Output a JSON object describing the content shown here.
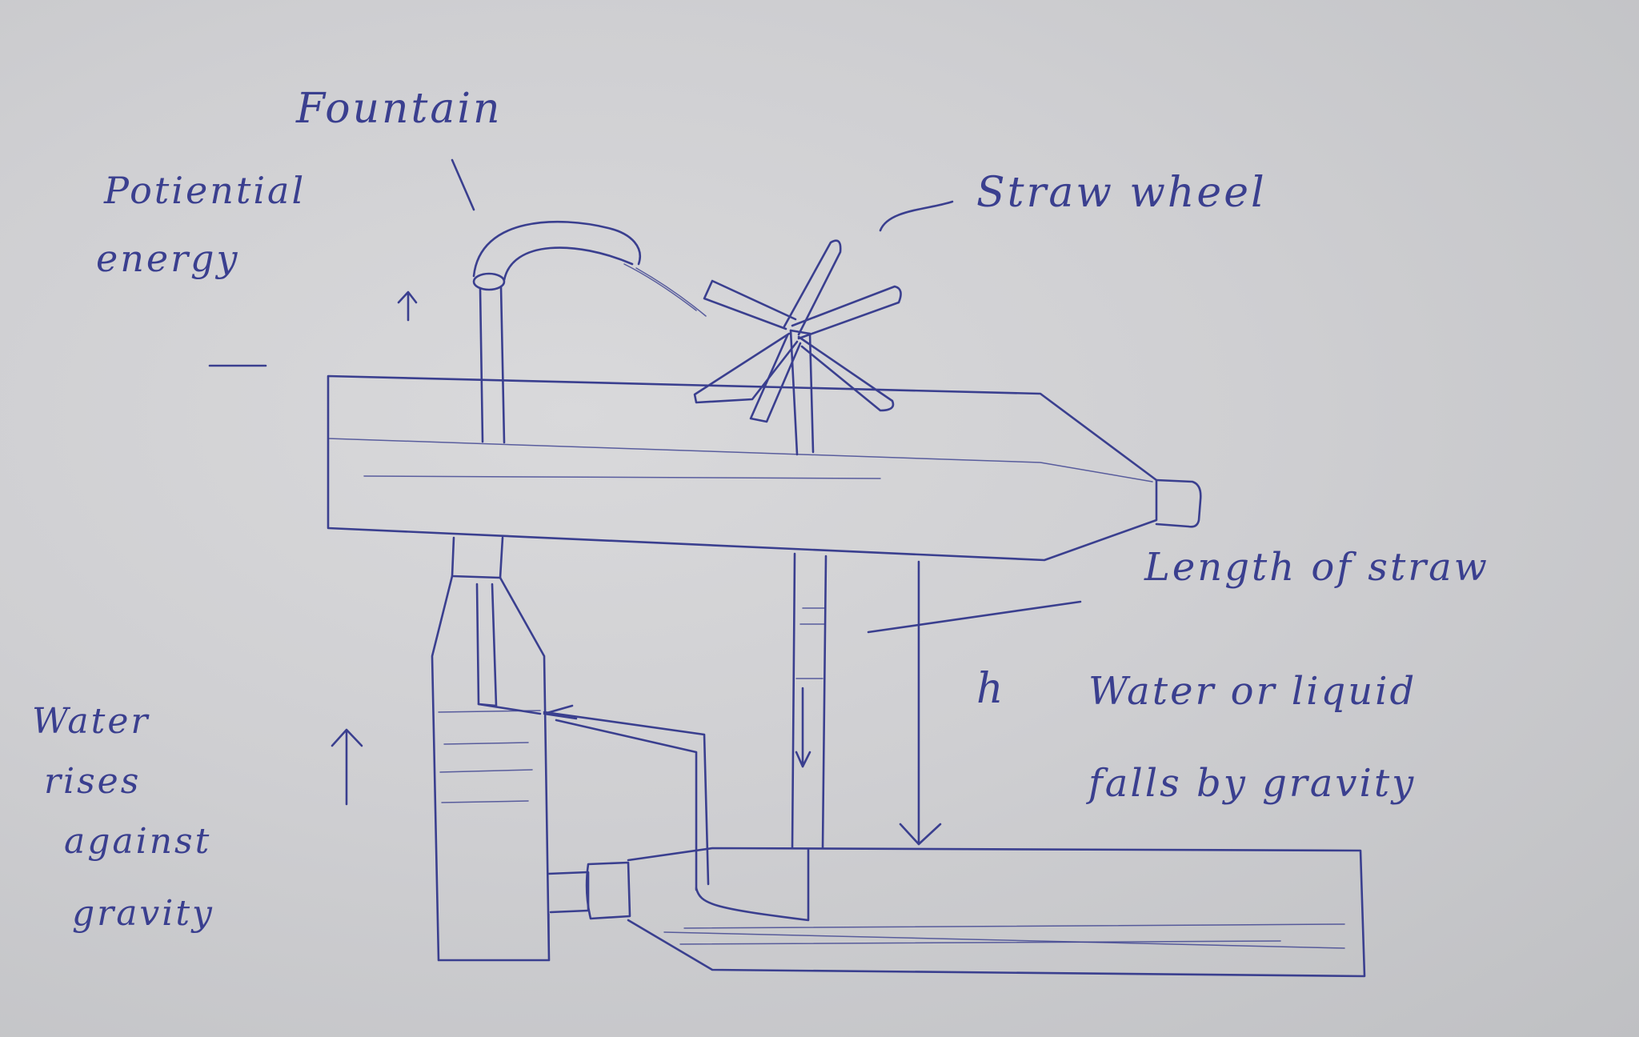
{
  "colors": {
    "ink": "#3a3f8f",
    "paper": "#d3d3d6"
  },
  "labels": {
    "fountain": "Fountain",
    "potential_energy": "Potiential",
    "potential_energy_2": "energy",
    "straw_wheel": "Straw wheel",
    "length_of_straw": "Length of straw",
    "h": "h",
    "falls_line1": "Water or liquid",
    "falls_line2": "falls by gravity",
    "rises_line1": "Water",
    "rises_line2": "rises",
    "rises_line3": "against",
    "rises_line4": "gravity"
  }
}
